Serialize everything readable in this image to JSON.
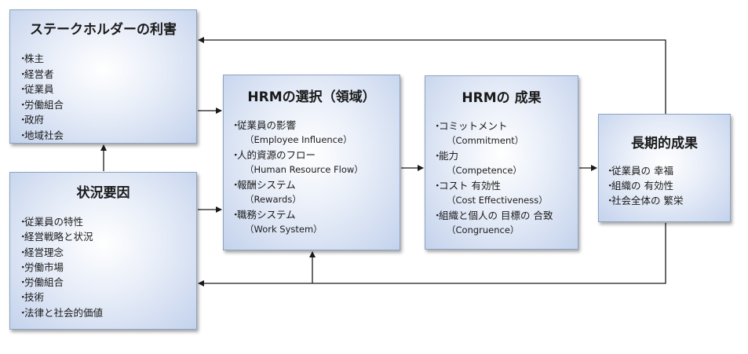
{
  "stakeholders": {
    "title": "ステークホルダーの利害",
    "items": [
      "株主",
      "経営者",
      "従業員",
      "労働組合",
      "政府",
      "地域社会"
    ]
  },
  "situational": {
    "title": "状況要因",
    "items": [
      "従業員の特性",
      "経営戦略と状況",
      "経営理念",
      "労働市場",
      "労働組合",
      "技術",
      "法律と社会的価値"
    ]
  },
  "hrm_choice": {
    "title": "HRMの選択（領域）",
    "items": [
      {
        "ja": "従業員の影響",
        "en": "（Employee Influence）"
      },
      {
        "ja": "人的資源のフロー",
        "en": "（Human Resource Flow）"
      },
      {
        "ja": "報酬システム",
        "en": "（Rewards）"
      },
      {
        "ja": "職務システム",
        "en": "（Work System）"
      }
    ]
  },
  "hrm_outcomes": {
    "title": "HRMの 成果",
    "items": [
      {
        "ja": "コミットメント",
        "en": "（Commitment）"
      },
      {
        "ja": "能力",
        "en": "（Competence）"
      },
      {
        "ja": "コスト 有効性",
        "en": "（Cost Effectiveness）"
      },
      {
        "ja": "組織と個人の 目標の 合致",
        "en": "（Congruence）"
      }
    ]
  },
  "long_term": {
    "title": "長期的成果",
    "items": [
      "従業員の 幸福",
      "組織の 有効性",
      "社会全体の 繁栄"
    ]
  },
  "bullet_char": "・",
  "colors": {
    "box_border": "#8ea3c4",
    "box_fill_center": "#ffffff",
    "box_fill_edge": "#c3d2ec",
    "arrow": "#1a1a1a"
  }
}
